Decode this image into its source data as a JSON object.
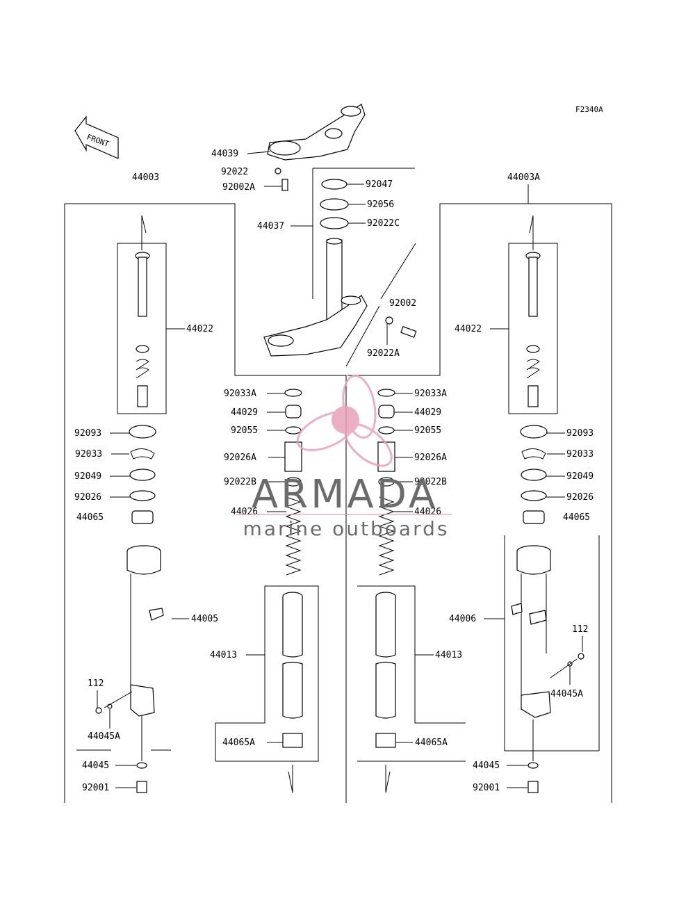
{
  "figure_code": "F2340A",
  "front_label": "FRONT",
  "watermark": {
    "brand": "ARMADA",
    "tagline": "marine outboards",
    "accent_color": "#e8a0b8"
  },
  "groups": {
    "left_fork": "44003",
    "right_fork": "44003A"
  },
  "labels": {
    "upper_bracket": "44039",
    "bolt_washer_upper": "92022",
    "bolt_upper": "92002A",
    "stem_seal": "92047",
    "stem_ring": "92056",
    "stem_washer": "92022C",
    "stem": "44037",
    "stem_bolt": "92002",
    "stem_washer_a": "92022A",
    "left_fork_tube": "44022",
    "right_fork_tube": "44022",
    "circlip_l": "92033A",
    "circlip_r": "92033A",
    "piston_l": "44029",
    "piston_r": "44029",
    "oring_l": "92055",
    "oring_r": "92055",
    "collar_l": "92026A",
    "collar_r": "92026A",
    "washer_b_l": "92022B",
    "washer_b_r": "92022B",
    "spring_l": "44026",
    "spring_r": "44026",
    "oil_seal_l": "92093",
    "oil_seal_r": "92093",
    "clip_l": "92033",
    "clip_r": "92033",
    "seal_l": "92049",
    "seal_r": "92049",
    "bushing_l": "92026",
    "bushing_r": "92026",
    "guide_l": "44065",
    "guide_r": "44065",
    "outer_tube_l": "44005",
    "outer_tube_r": "44006",
    "inner_tube_l": "44013",
    "inner_tube_r": "44013",
    "bolt112_l": "112",
    "bolt112_r": "112",
    "cap_a_l": "44045A",
    "cap_a_r": "44045A",
    "guide_a_l": "44065A",
    "guide_a_r": "44065A",
    "gasket_l": "44045",
    "gasket_r": "44045",
    "bottom_bolt_l": "92001",
    "bottom_bolt_r": "92001"
  }
}
